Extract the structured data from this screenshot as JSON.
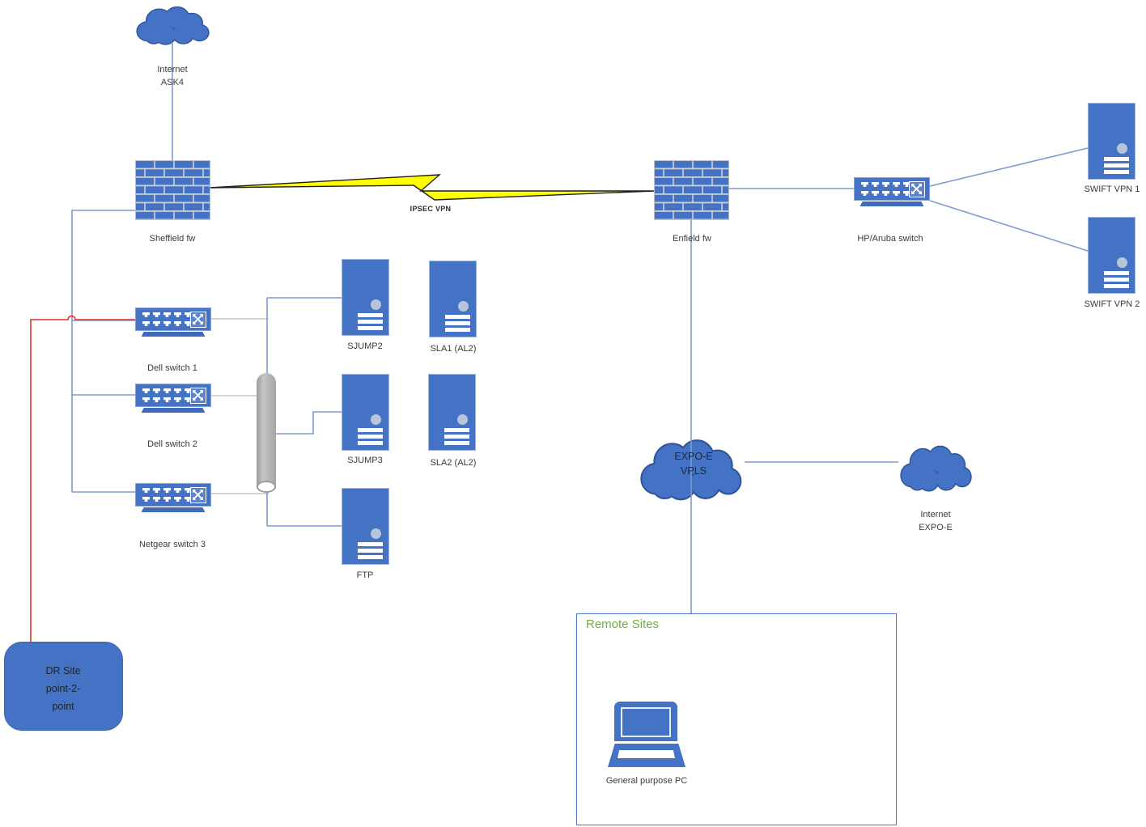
{
  "nodes": {
    "internet_ask4": {
      "lines": [
        "Internet",
        "ASK4"
      ]
    },
    "sheffield_fw": {
      "label": "Sheffield fw"
    },
    "ipsec_vpn": {
      "label": "IPSEC VPN"
    },
    "enfield_fw": {
      "label": "Enfield fw"
    },
    "hp_aruba_switch": {
      "label": "HP/Aruba switch"
    },
    "swift_vpn_1": {
      "label": "SWIFT VPN 1"
    },
    "swift_vpn_2": {
      "label": "SWIFT VPN 2"
    },
    "dell_switch_1": {
      "label": "Dell switch 1"
    },
    "dell_switch_2": {
      "label": "Dell switch 2"
    },
    "netgear_switch_3": {
      "label": "Netgear switch 3"
    },
    "sjump2": {
      "label": "SJUMP2"
    },
    "sla1": {
      "label": "SLA1 (AL2)"
    },
    "sjump3": {
      "label": "SJUMP3"
    },
    "sla2": {
      "label": "SLA2 (AL2)"
    },
    "ftp": {
      "label": "FTP"
    },
    "expoe_vpls": {
      "lines": [
        "EXPO-E",
        "VPLS"
      ]
    },
    "internet_expoe": {
      "lines": [
        "Internet",
        "EXPO-E"
      ]
    },
    "remote_sites": {
      "title": "Remote Sites"
    },
    "general_purpose_pc": {
      "label": "General purpose PC"
    },
    "dr_site": {
      "lines": [
        "DR Site",
        "point-2-",
        "point"
      ]
    }
  },
  "edges": [
    {
      "from": "internet_ask4",
      "to": "sheffield_fw",
      "style": "blue"
    },
    {
      "from": "sheffield_fw",
      "to": "enfield_fw",
      "style": "lightning",
      "label": "IPSEC VPN"
    },
    {
      "from": "sheffield_fw",
      "to": "dell_switch_1",
      "style": "blue"
    },
    {
      "from": "sheffield_fw",
      "to": "dell_switch_2",
      "style": "blue"
    },
    {
      "from": "sheffield_fw",
      "to": "netgear_switch_3",
      "style": "blue"
    },
    {
      "from": "dr_site",
      "to": "dell_switch_1",
      "style": "red"
    },
    {
      "from": "dell_switch_1",
      "to": "server_bus",
      "style": "gray"
    },
    {
      "from": "dell_switch_2",
      "to": "server_bus",
      "style": "gray"
    },
    {
      "from": "netgear_switch_3",
      "to": "server_bus",
      "style": "gray"
    },
    {
      "from": "server_bus",
      "to": "sjump2",
      "style": "blue"
    },
    {
      "from": "server_bus",
      "to": "sjump3",
      "style": "blue"
    },
    {
      "from": "server_bus",
      "to": "ftp",
      "style": "blue"
    },
    {
      "from": "enfield_fw",
      "to": "hp_aruba_switch",
      "style": "blue"
    },
    {
      "from": "hp_aruba_switch",
      "to": "swift_vpn_1",
      "style": "blue"
    },
    {
      "from": "hp_aruba_switch",
      "to": "swift_vpn_2",
      "style": "blue"
    },
    {
      "from": "enfield_fw",
      "to": "expoe_vpls",
      "style": "blue"
    },
    {
      "from": "expoe_vpls",
      "to": "internet_expoe",
      "style": "blue"
    },
    {
      "from": "expoe_vpls",
      "to": "remote_sites",
      "style": "blue"
    }
  ],
  "colors": {
    "node_blue": "#4472c4",
    "cloud_border": "#2f5597",
    "lightning_yellow": "#ffff00",
    "dr_link_red": "#e03228",
    "connector_blue": "#7d9ad2",
    "connector_gray": "#d4d4d4",
    "remote_title_green": "#70ad47",
    "label_text": "#3b3b3b"
  }
}
